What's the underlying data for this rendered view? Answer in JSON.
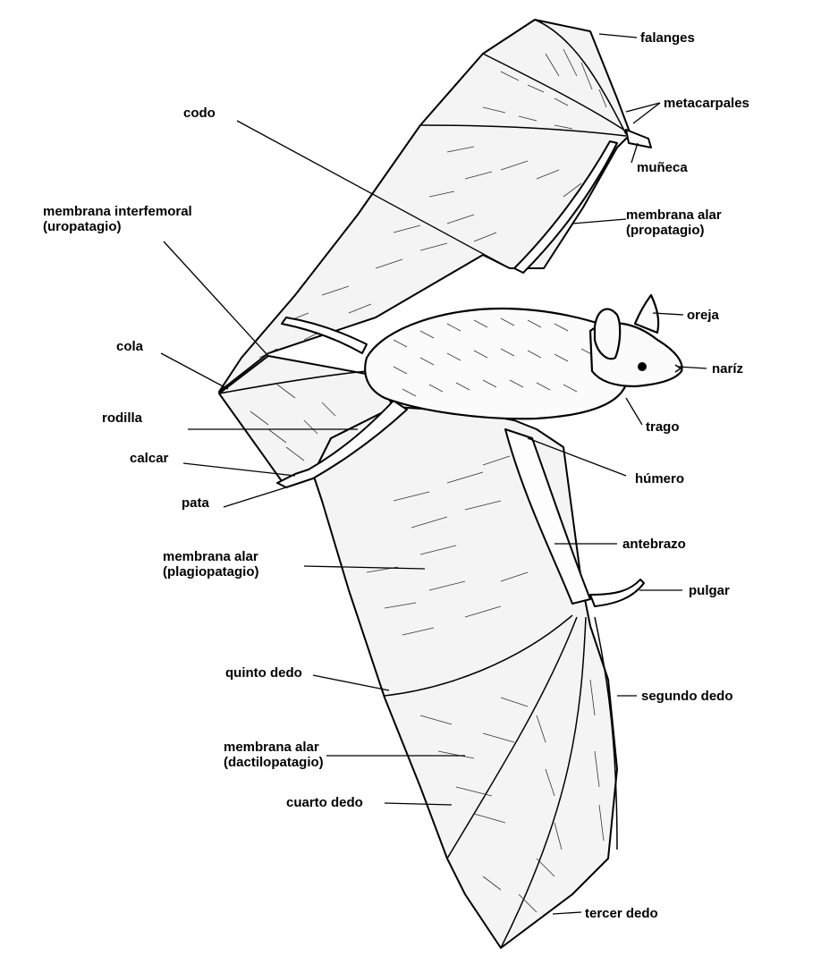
{
  "labels": {
    "falanges": "falanges",
    "metacarpales": "metacarpales",
    "muneca": "muñeca",
    "codo": "codo",
    "membrana_interfemoral_1": "membrana interfemoral",
    "membrana_interfemoral_2": "(uropatagio)",
    "membrana_alar_propatagio_1": "membrana alar",
    "membrana_alar_propatagio_2": "(propatagio)",
    "oreja": "oreja",
    "nariz": "naríz",
    "cola": "cola",
    "trago": "trago",
    "rodilla": "rodilla",
    "calcar": "calcar",
    "humero": "húmero",
    "pata": "pata",
    "antebrazo": "antebrazo",
    "membrana_alar_plagiopatagio_1": "membrana alar",
    "membrana_alar_plagiopatagio_2": "(plagiopatagio)",
    "pulgar": "pulgar",
    "quinto_dedo": "quinto dedo",
    "segundo_dedo": "segundo dedo",
    "membrana_alar_dactilopatagio_1": "membrana alar",
    "membrana_alar_dactilopatagio_2": "(dactilopatagio)",
    "cuarto_dedo": "cuarto dedo",
    "tercer_dedo": "tercer dedo"
  }
}
